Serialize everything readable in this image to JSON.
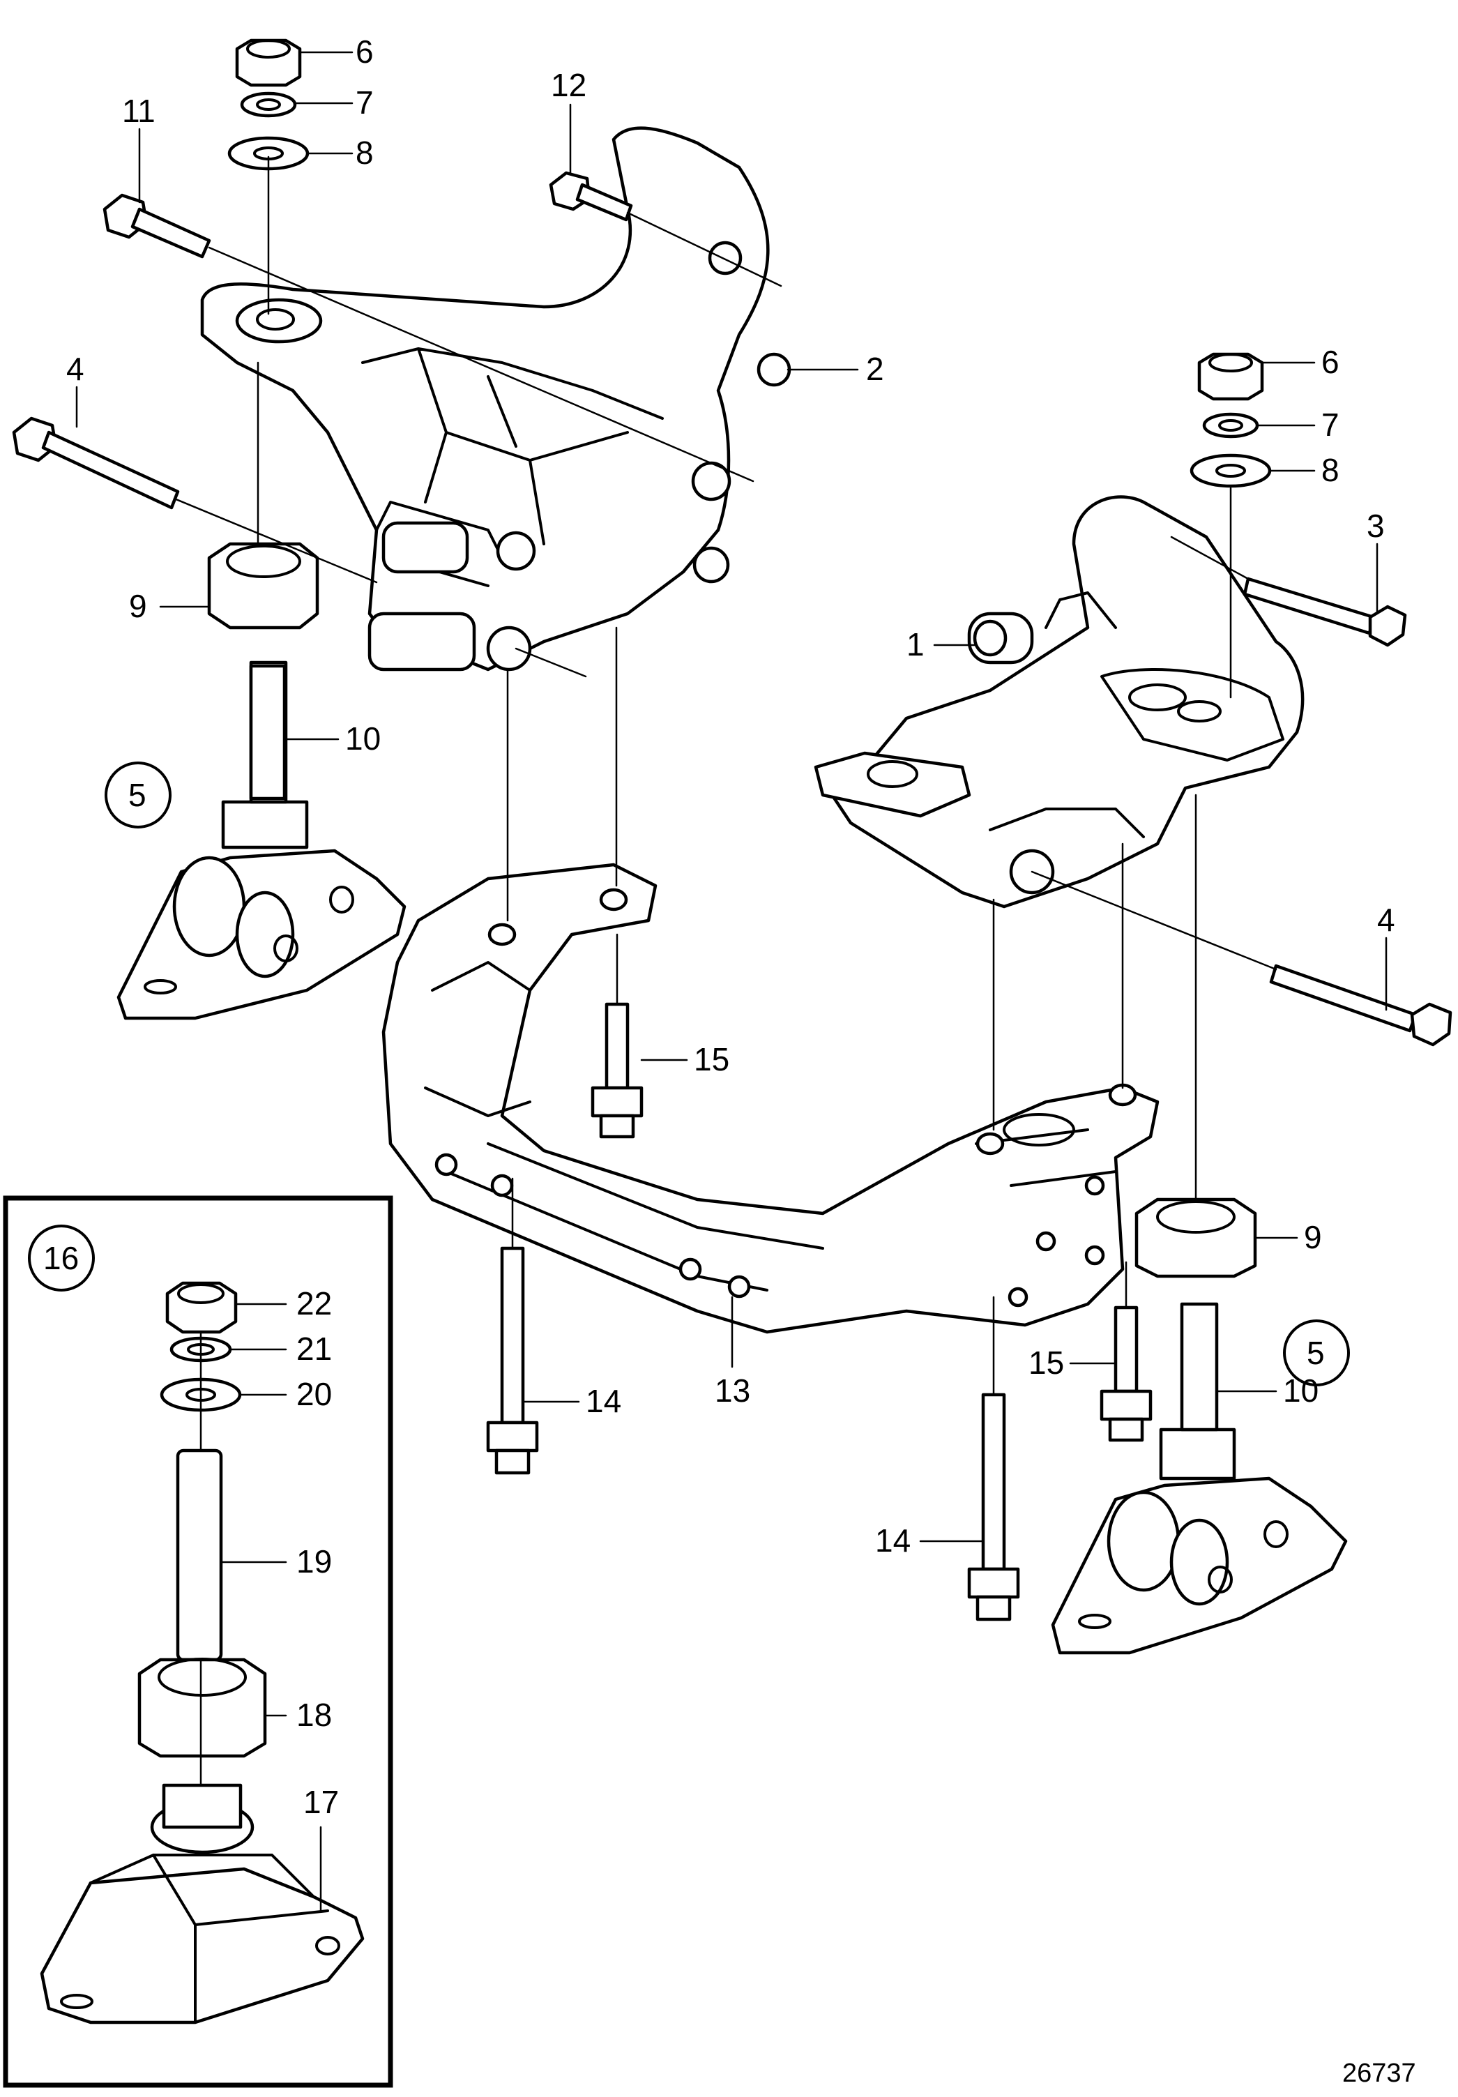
{
  "drawing_number": "26737",
  "callouts": {
    "c1": "1",
    "c2": "2",
    "c3": "3",
    "c4a": "4",
    "c4b": "4",
    "c5a": "5",
    "c5b": "5",
    "c6a": "6",
    "c6b": "6",
    "c7a": "7",
    "c7b": "7",
    "c8a": "8",
    "c8b": "8",
    "c9a": "9",
    "c9b": "9",
    "c10a": "10",
    "c10b": "10",
    "c11": "11",
    "c12": "12",
    "c13": "13",
    "c14a": "14",
    "c14b": "14",
    "c15a": "15",
    "c15b": "15",
    "c16": "16",
    "c17": "17",
    "c18": "18",
    "c19": "19",
    "c20": "20",
    "c21": "21",
    "c22": "22"
  }
}
